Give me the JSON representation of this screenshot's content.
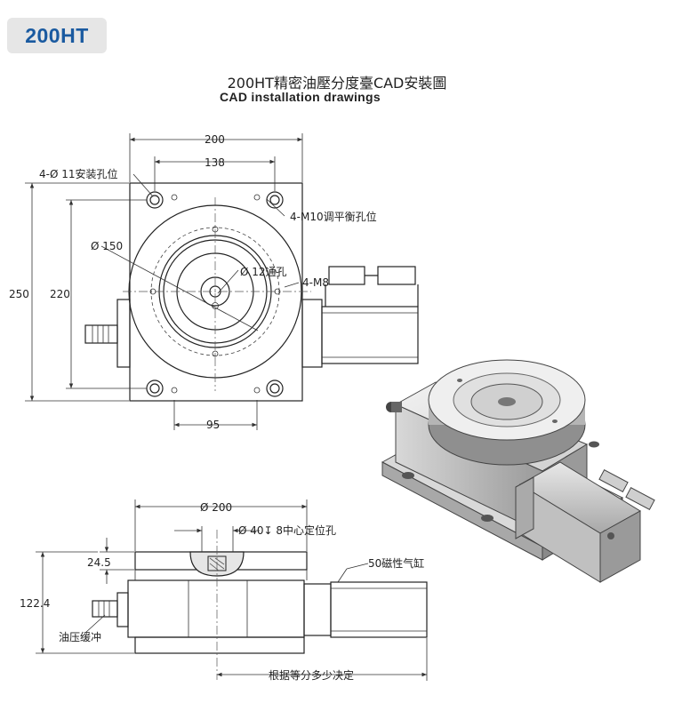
{
  "header": {
    "model_badge": "200HT",
    "title_cn": "200HT精密油壓分度臺CAD安裝圖",
    "title_en": "CAD installation drawings"
  },
  "top_view": {
    "dim_width_outer": "200",
    "dim_width_holes": "138",
    "dim_height_outer": "250",
    "dim_height_holes": "220",
    "dim_bottom_offset": "95",
    "label_mount_holes": "4-Ø 11安装孔位",
    "label_adjust_holes": "4-M10调平衡孔位",
    "label_dia150": "Ø 150",
    "label_through_hole": "Ø 12通孔",
    "label_m8": "4-M8"
  },
  "side_view": {
    "dim_dia200": "Ø 200",
    "label_center_hole": "Ø 40↧ 8中心定位孔",
    "dim_table_height": "24.5",
    "dim_total_height": "122.4",
    "label_cylinder": "50磁性气缸",
    "label_oil_buffer": "油压缓冲",
    "label_length": "根据等分多少决定"
  },
  "iso_view": {
    "description_icon": "isometric-rotary-table-render"
  }
}
